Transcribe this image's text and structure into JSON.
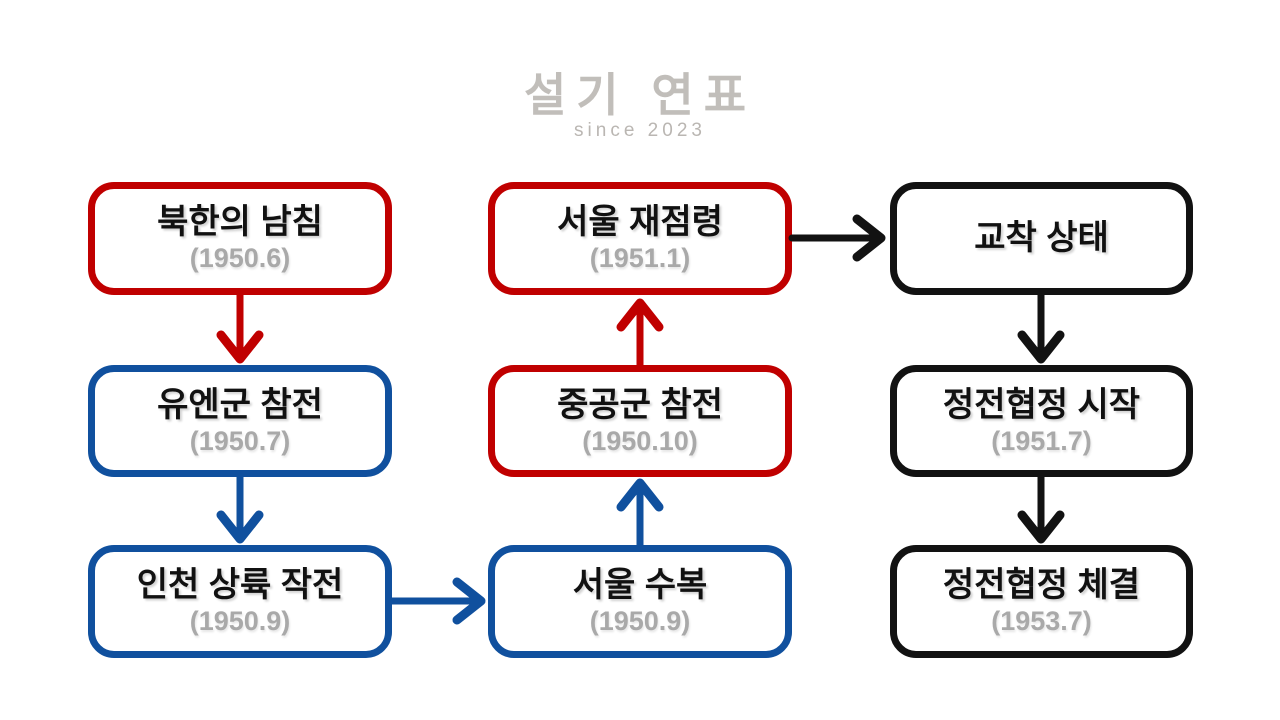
{
  "watermark": {
    "title": "설기 연표",
    "subtitle": "since 2023"
  },
  "colors": {
    "red": "#c00000",
    "blue": "#10509e",
    "black": "#121212",
    "date_gray": "#a9a9a9",
    "watermark_gray": "#b7b3ae",
    "background": "#ffffff",
    "box_text": "#111111"
  },
  "boxes": [
    {
      "title": "북한의 남침",
      "date": "(1950.6)",
      "color": "red"
    },
    {
      "title": "유엔군 참전",
      "date": "(1950.7)",
      "color": "blue"
    },
    {
      "title": "인천 상륙 작전",
      "date": "(1950.9)",
      "color": "blue"
    },
    {
      "title": "서울 재점령",
      "date": "(1951.1)",
      "color": "red"
    },
    {
      "title": "중공군 참전",
      "date": "(1950.10)",
      "color": "red"
    },
    {
      "title": "서울 수복",
      "date": "(1950.9)",
      "color": "blue"
    },
    {
      "title": "교착 상태",
      "color": "black"
    },
    {
      "title": "정전협정 시작",
      "date": "(1951.7)",
      "color": "black"
    },
    {
      "title": "정전협정 체결",
      "date": "(1953.7)",
      "color": "black"
    }
  ],
  "arrows": [
    {
      "from": "북한의 남침",
      "to": "유엔군 참전",
      "color": "red",
      "direction": "down"
    },
    {
      "from": "유엔군 참전",
      "to": "인천 상륙 작전",
      "color": "blue",
      "direction": "down"
    },
    {
      "from": "인천 상륙 작전",
      "to": "서울 수복",
      "color": "blue",
      "direction": "right"
    },
    {
      "from": "서울 수복",
      "to": "중공군 참전",
      "color": "blue",
      "direction": "up"
    },
    {
      "from": "중공군 참전",
      "to": "서울 재점령",
      "color": "red",
      "direction": "up"
    },
    {
      "from": "서울 재점령",
      "to": "교착 상태",
      "color": "black",
      "direction": "right"
    },
    {
      "from": "교착 상태",
      "to": "정전협정 시작",
      "color": "black",
      "direction": "down"
    },
    {
      "from": "정전협정 시작",
      "to": "정전협정 체결",
      "color": "black",
      "direction": "down"
    }
  ]
}
